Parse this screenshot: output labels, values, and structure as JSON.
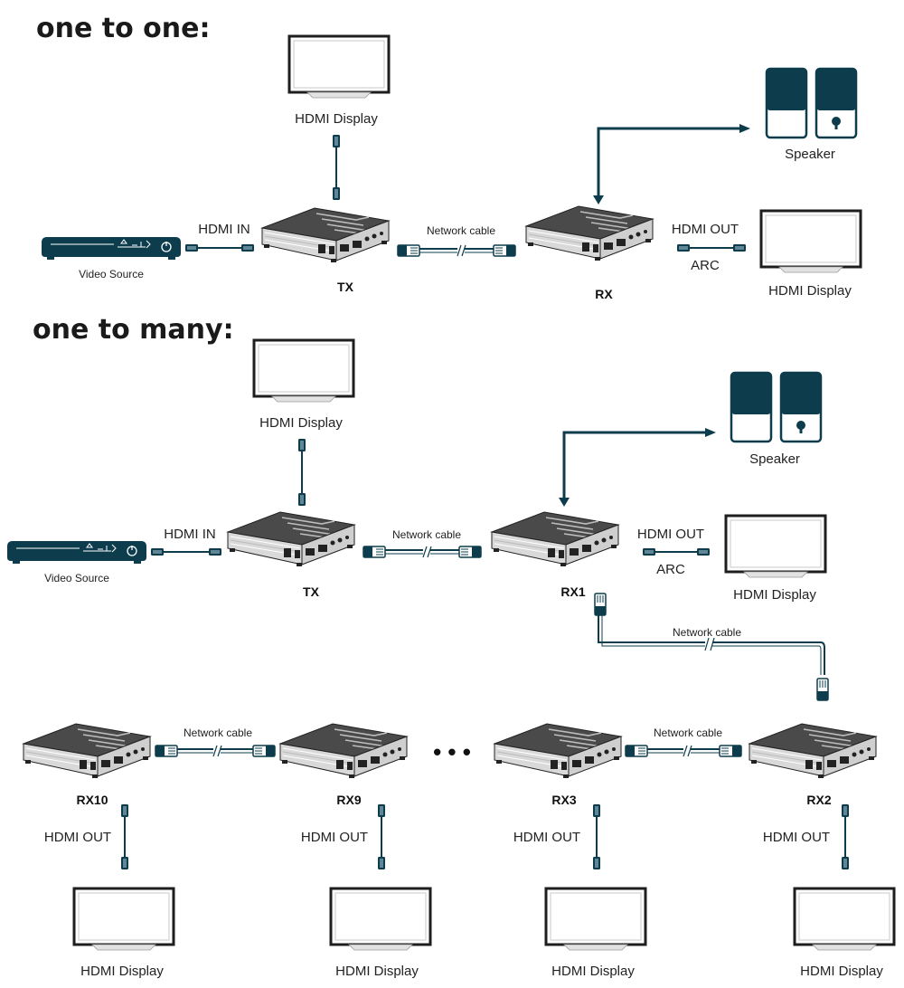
{
  "sections": {
    "one_to_one": {
      "title": "one to one:",
      "display_label": "HDMI Display",
      "source_label": "Video Source",
      "hdmi_in_label": "HDMI IN",
      "network_cable_label": "Network cable",
      "tx_label": "TX",
      "rx_label": "RX",
      "hdmi_out_label": "HDMI OUT",
      "arc_label": "ARC",
      "speaker_label": "Speaker",
      "rx_display_label": "HDMI Display"
    },
    "one_to_many": {
      "title": "one to many:",
      "display_label": "HDMI Display",
      "source_label": "Video Source",
      "hdmi_in_label": "HDMI IN",
      "network_cable_label": "Network cable",
      "tx_label": "TX",
      "rx1_label": "RX1",
      "hdmi_out_label": "HDMI OUT",
      "arc_label": "ARC",
      "speaker_label": "Speaker",
      "rx1_display_label": "HDMI Display",
      "chain_cable_label": "Network cable",
      "ellipsis": "• • •",
      "receivers": [
        {
          "label": "RX10",
          "hdmi_out_label": "HDMI OUT",
          "display_label": "HDMI Display"
        },
        {
          "label": "RX9",
          "hdmi_out_label": "HDMI OUT",
          "display_label": "HDMI Display"
        },
        {
          "label": "RX3",
          "hdmi_out_label": "HDMI OUT",
          "display_label": "HDMI Display"
        },
        {
          "label": "RX2",
          "hdmi_out_label": "HDMI OUT",
          "display_label": "HDMI Display"
        }
      ],
      "left_chain_cable_label": "Network cable",
      "right_chain_cable_label": "Network cable"
    }
  },
  "colors": {
    "teal": "#0d3d4d",
    "box_dark": "#2b2b2b",
    "box_mid": "#8a8a8a",
    "box_light": "#dcdcdc",
    "text": "#222222"
  }
}
